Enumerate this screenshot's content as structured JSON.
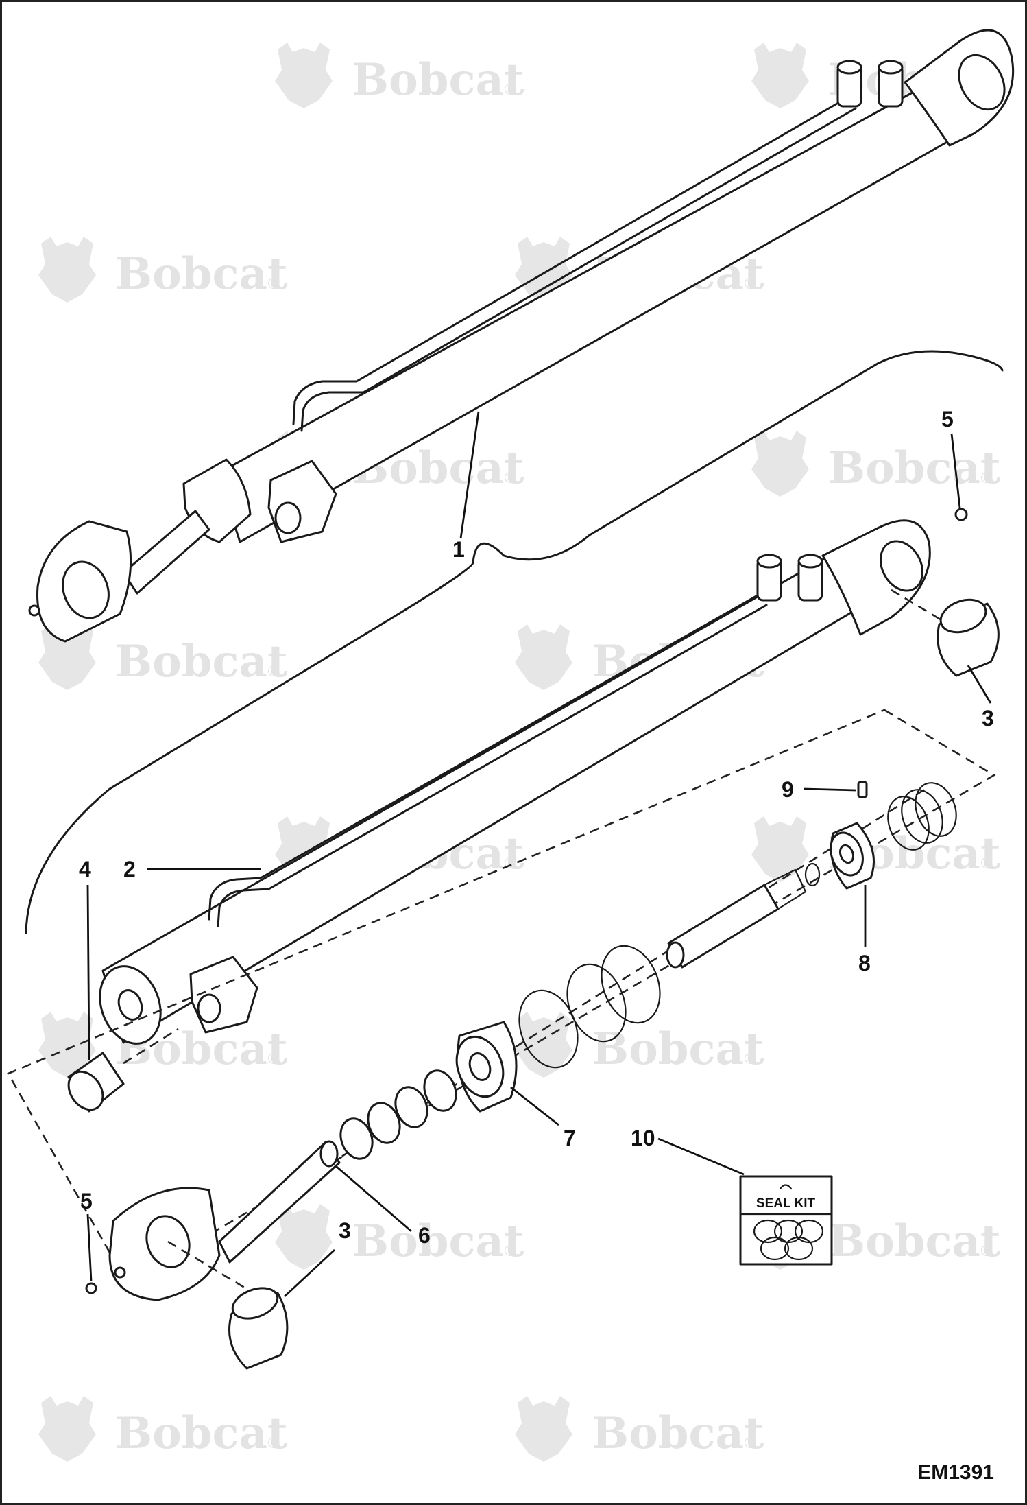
{
  "figure": {
    "code": "EM1391"
  },
  "watermark": {
    "brand": "Bobcat",
    "symbol": "®"
  },
  "callouts": [
    {
      "id": "callout-1",
      "label": "1"
    },
    {
      "id": "callout-2",
      "label": "2"
    },
    {
      "id": "callout-3-top",
      "label": "3"
    },
    {
      "id": "callout-3-bottom",
      "label": "3"
    },
    {
      "id": "callout-4",
      "label": "4"
    },
    {
      "id": "callout-5-top",
      "label": "5"
    },
    {
      "id": "callout-5-bottom",
      "label": "5"
    },
    {
      "id": "callout-6",
      "label": "6"
    },
    {
      "id": "callout-7",
      "label": "7"
    },
    {
      "id": "callout-8",
      "label": "8"
    },
    {
      "id": "callout-9",
      "label": "9"
    },
    {
      "id": "callout-10",
      "label": "10"
    }
  ],
  "seal_kit": {
    "label": "SEAL KIT"
  }
}
